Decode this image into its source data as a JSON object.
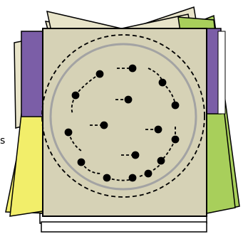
{
  "colors": {
    "back_stack": "#e8e4c9",
    "back_stack_edge": "#cfcab0",
    "purple_panel": "#7b5ea7",
    "yellow_panel": "#f2ee6a",
    "green_panel": "#a8cf5b",
    "front_panel": "#d6d2b6",
    "ring": "#a3a3a3",
    "ink": "#000000"
  },
  "icons": {
    "dot": "filled-circle",
    "link": "dashed-line"
  },
  "edge_glyph": "s"
}
